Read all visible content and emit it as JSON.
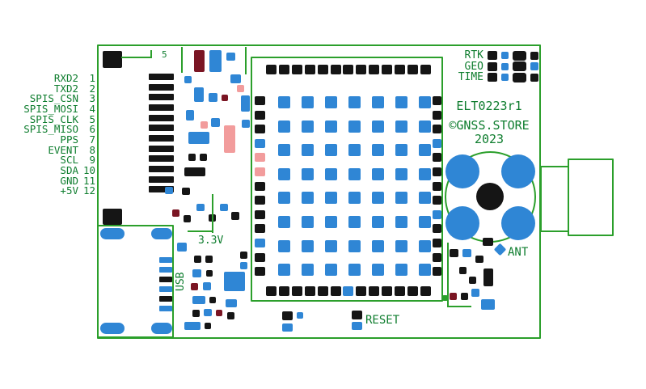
{
  "palette": {
    "blue": "#2f86d5",
    "black": "#151515",
    "maroon": "#7a1523",
    "pink": "#f29c9c",
    "trace": "#2b9f2b",
    "text": "#0e7d2e"
  },
  "silkscreen": {
    "model": "ELT0223r1",
    "store": "©GNSS.STORE",
    "year": "2023",
    "ant": "ANT",
    "v33": "3.3V",
    "reset": "RESET",
    "designator": "5"
  },
  "pins": [
    {
      "name": "RXD2",
      "number": "1"
    },
    {
      "name": "TXD2",
      "number": "2"
    },
    {
      "name": "SPIS_CSN",
      "number": "3"
    },
    {
      "name": "SPIS_MOSI",
      "number": "4"
    },
    {
      "name": "SPIS_CLK",
      "number": "5"
    },
    {
      "name": "SPIS_MISO",
      "number": "6"
    },
    {
      "name": "PPS",
      "number": "7"
    },
    {
      "name": "EVENT",
      "number": "8"
    },
    {
      "name": "SCL",
      "number": "9"
    },
    {
      "name": "SDA",
      "number": "10"
    },
    {
      "name": "GND",
      "number": "11"
    },
    {
      "name": "+5V",
      "number": "12"
    }
  ],
  "leds": [
    {
      "label": "RTK",
      "tail": "k"
    },
    {
      "label": "GEO",
      "tail": "b"
    },
    {
      "label": "TIME",
      "tail": "k"
    }
  ],
  "usb": {
    "label": "USB",
    "pin_colors": [
      "b",
      "b",
      "k",
      "b",
      "k",
      "b"
    ]
  },
  "module": {
    "top_row": [
      "k",
      "k",
      "k",
      "k",
      "k",
      "k",
      "k",
      "k",
      "k",
      "k",
      "k",
      "k",
      "k"
    ],
    "bottom_row": [
      "k",
      "k",
      "k",
      "k",
      "k",
      "k",
      "b",
      "k",
      "k",
      "k",
      "k",
      "k",
      "k"
    ],
    "left_col": [
      "k",
      "k",
      "k",
      "b",
      "p",
      "p",
      "k",
      "k",
      "k",
      "k",
      "b",
      "k",
      "k"
    ],
    "right_col": [
      "k",
      "k",
      "k",
      "b",
      "k",
      "k",
      "k",
      "k",
      "b",
      "k",
      "k",
      "k",
      "k"
    ],
    "grid_rows": 8,
    "grid_cols": 7
  },
  "components": [
    [
      127,
      63,
      24,
      21,
      "k"
    ],
    [
      127,
      258,
      24,
      20,
      "k"
    ],
    [
      240,
      62,
      13,
      27,
      "m"
    ],
    [
      259,
      62,
      15,
      27,
      "b"
    ],
    [
      280,
      65,
      11,
      10,
      "b"
    ],
    [
      228,
      94,
      9,
      9,
      "b"
    ],
    [
      285,
      92,
      13,
      11,
      "b"
    ],
    [
      293,
      105,
      9,
      9,
      "p"
    ],
    [
      240,
      108,
      12,
      18,
      "b"
    ],
    [
      258,
      115,
      11,
      11,
      "b"
    ],
    [
      274,
      117,
      8,
      8,
      "m"
    ],
    [
      298,
      118,
      11,
      20,
      "b"
    ],
    [
      230,
      136,
      10,
      13,
      "b"
    ],
    [
      248,
      150,
      9,
      9,
      "p"
    ],
    [
      261,
      146,
      11,
      11,
      "b"
    ],
    [
      233,
      163,
      26,
      15,
      "b"
    ],
    [
      277,
      155,
      14,
      34,
      "p"
    ],
    [
      299,
      148,
      10,
      10,
      "b"
    ],
    [
      233,
      190,
      9,
      9,
      "k"
    ],
    [
      247,
      190,
      9,
      9,
      "k"
    ],
    [
      228,
      207,
      26,
      11,
      "k"
    ],
    [
      204,
      231,
      10,
      9,
      "b"
    ],
    [
      225,
      232,
      10,
      9,
      "k"
    ],
    [
      213,
      259,
      9,
      9,
      "m"
    ],
    [
      227,
      266,
      9,
      9,
      "k"
    ],
    [
      243,
      252,
      10,
      9,
      "b"
    ],
    [
      258,
      265,
      9,
      9,
      "k"
    ],
    [
      272,
      252,
      10,
      9,
      "b"
    ],
    [
      286,
      262,
      10,
      10,
      "k"
    ],
    [
      219,
      300,
      12,
      11,
      "b"
    ],
    [
      240,
      316,
      9,
      9,
      "k"
    ],
    [
      254,
      316,
      9,
      9,
      "k"
    ],
    [
      238,
      333,
      11,
      10,
      "b"
    ],
    [
      255,
      334,
      8,
      8,
      "k"
    ],
    [
      236,
      350,
      9,
      9,
      "m"
    ],
    [
      251,
      349,
      10,
      10,
      "b"
    ],
    [
      238,
      366,
      16,
      10,
      "b"
    ],
    [
      259,
      367,
      8,
      8,
      "k"
    ],
    [
      238,
      383,
      9,
      9,
      "k"
    ],
    [
      252,
      382,
      10,
      9,
      "b"
    ],
    [
      267,
      383,
      8,
      8,
      "m"
    ],
    [
      228,
      398,
      20,
      10,
      "b"
    ],
    [
      253,
      399,
      8,
      8,
      "k"
    ],
    [
      277,
      336,
      26,
      24,
      "b"
    ],
    [
      279,
      370,
      14,
      10,
      "b"
    ],
    [
      281,
      386,
      9,
      9,
      "k"
    ],
    [
      297,
      311,
      9,
      9,
      "k"
    ],
    [
      297,
      324,
      9,
      9,
      "b"
    ],
    [
      349,
      385,
      13,
      11,
      "k"
    ],
    [
      367,
      386,
      8,
      8,
      "b"
    ],
    [
      349,
      400,
      13,
      10,
      "b"
    ],
    [
      435,
      384,
      13,
      11,
      "k"
    ],
    [
      435,
      398,
      13,
      10,
      "b"
    ],
    [
      597,
      294,
      13,
      10,
      "k"
    ],
    [
      613,
      303,
      11,
      11,
      "b",
      "diamond"
    ],
    [
      556,
      308,
      11,
      10,
      "k"
    ],
    [
      572,
      308,
      11,
      10,
      "b"
    ],
    [
      588,
      316,
      10,
      9,
      "k"
    ],
    [
      568,
      330,
      9,
      9,
      "k"
    ],
    [
      580,
      342,
      9,
      9,
      "k"
    ],
    [
      598,
      332,
      12,
      22,
      "k"
    ],
    [
      556,
      362,
      9,
      9,
      "m"
    ],
    [
      570,
      362,
      9,
      9,
      "k"
    ],
    [
      583,
      357,
      10,
      10,
      "b"
    ],
    [
      595,
      370,
      17,
      13,
      "b"
    ],
    [
      547,
      365,
      7,
      7,
      "g"
    ],
    [
      124,
      282,
      30,
      14,
      "b",
      "stadium"
    ],
    [
      187,
      282,
      26,
      14,
      "b",
      "stadium"
    ],
    [
      124,
      399,
      30,
      14,
      "b",
      "stadium"
    ],
    [
      187,
      399,
      26,
      14,
      "b",
      "stadium"
    ]
  ],
  "traces": [
    [
      150,
      70,
      38,
      2
    ],
    [
      186,
      62,
      2,
      10
    ],
    [
      224,
      58,
      2,
      32
    ],
    [
      303,
      58,
      2,
      34
    ],
    [
      262,
      240,
      2,
      48
    ],
    [
      232,
      285,
      32,
      2
    ],
    [
      553,
      300,
      2,
      80
    ],
    [
      553,
      378,
      30,
      2
    ]
  ]
}
